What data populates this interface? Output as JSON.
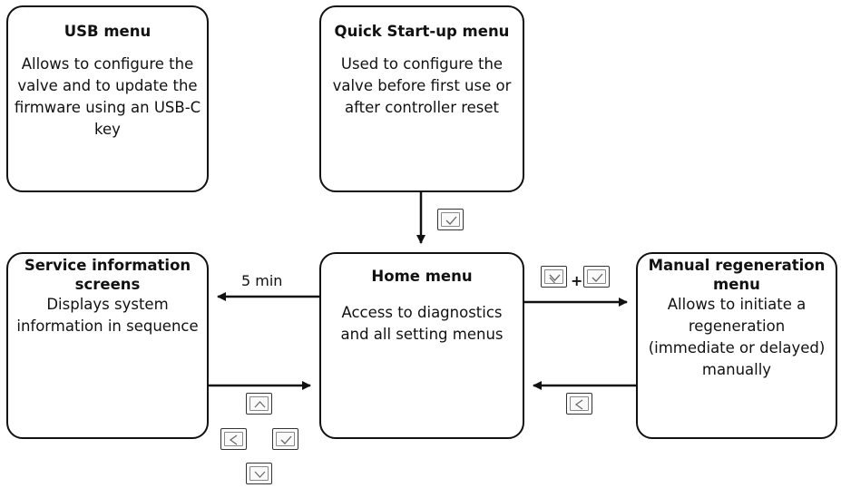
{
  "usb_menu": {
    "title": "USB menu",
    "description": "Allows to configure the valve and to update the firmware using an USB-C key"
  },
  "quick_startup_menu": {
    "title": "Quick Start-up menu",
    "description": "Used to configure the valve before first use or after controller reset"
  },
  "home_menu": {
    "title": "Home menu",
    "description": "Access to diagnostics and all setting menus"
  },
  "service_info": {
    "title": "Service information screens",
    "description": "Displays system information in sequence"
  },
  "manual_regen": {
    "title": "Manual regeneration menu",
    "description": "Allows to initiate a regeneration (immediate or delayed) manually"
  },
  "timeout_label": "5 min",
  "plus_sign": "+",
  "icons": {
    "confirm_key": "check-key-icon",
    "down_key": "down-key-icon",
    "up_key": "up-key-icon",
    "left_key": "left-key-icon"
  }
}
